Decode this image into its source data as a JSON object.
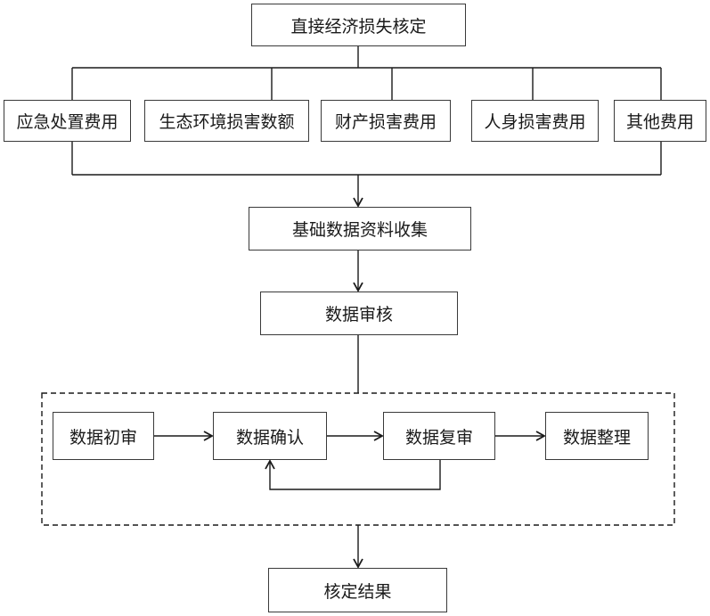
{
  "title": "直接经济损失核定",
  "categories": [
    "应急处置费用",
    "生态环境损害数额",
    "财产损害费用",
    "人身损害费用",
    "其他费用"
  ],
  "data_collection": "基础数据资料收集",
  "data_review": "数据审核",
  "review_steps": [
    "数据初审",
    "数据确认",
    "数据复审",
    "数据整理"
  ],
  "result": "核定结果"
}
